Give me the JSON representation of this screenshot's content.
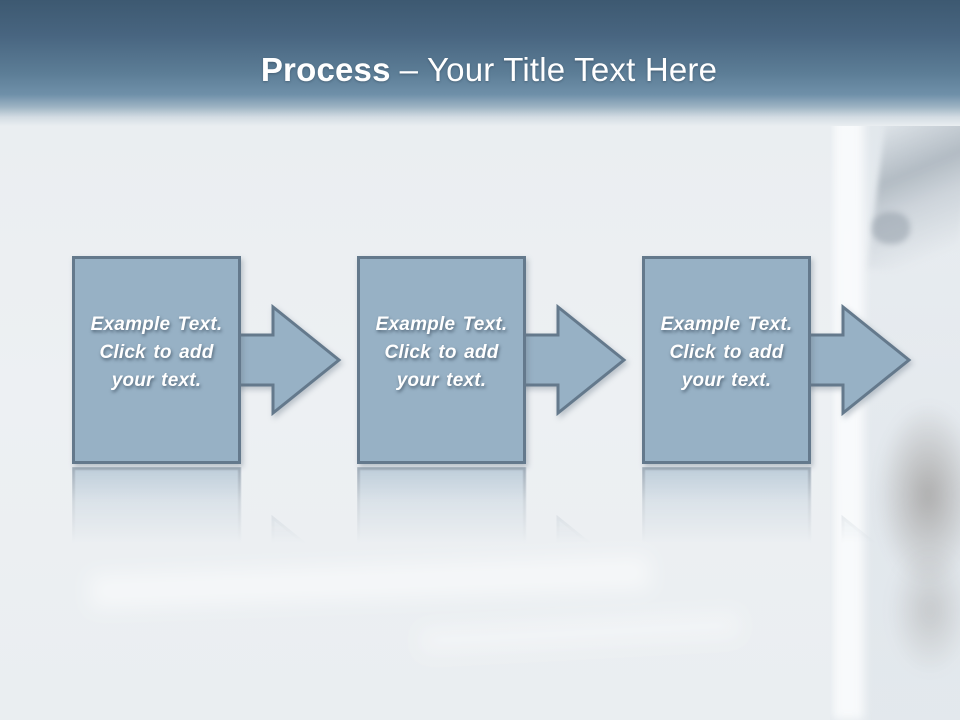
{
  "slide": {
    "title": {
      "emphasis": "Process",
      "rest": "– Your Title Text Here"
    },
    "steps": [
      {
        "lines": [
          "Example Text.",
          "Click to add",
          "your text."
        ]
      },
      {
        "lines": [
          "Example Text.",
          "Click to add",
          "your text."
        ]
      },
      {
        "lines": [
          "Example Text.",
          "Click to add",
          "your text."
        ]
      }
    ],
    "colors": {
      "shape_fill": "#97B1C5",
      "shape_border": "#64798C",
      "header_gradient_top": "#3D5971",
      "header_gradient_mid": "#6F90A9",
      "body_background": "#EBEEF1",
      "title_text": "#FFFFFF",
      "step_text": "#FFFFFF"
    },
    "background_photo": "faded medical-professional photo along right edge"
  }
}
